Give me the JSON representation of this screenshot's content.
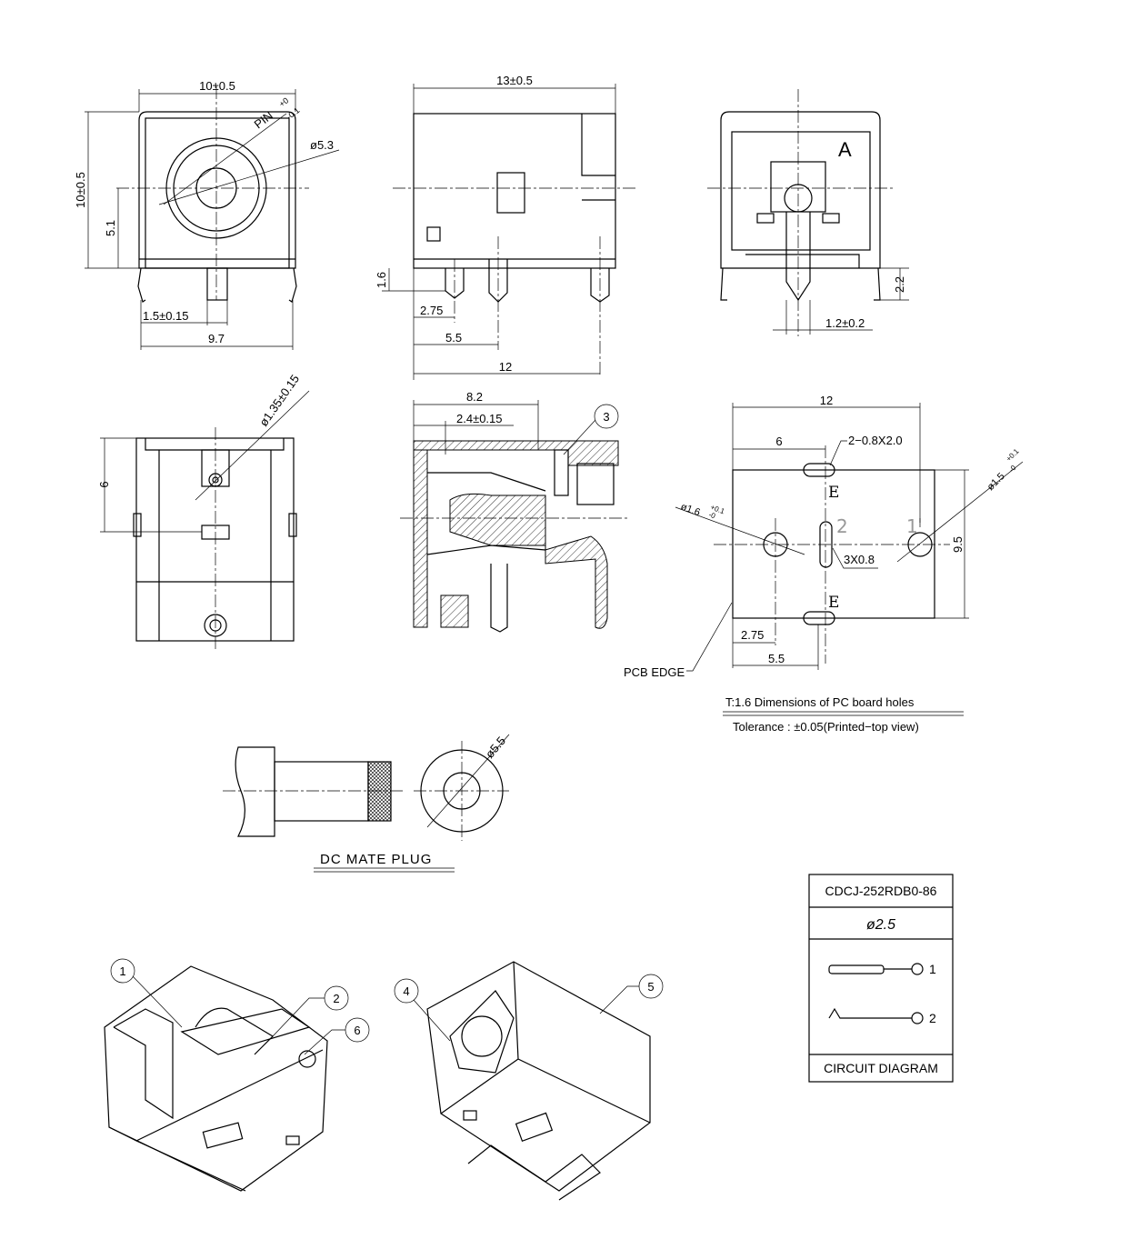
{
  "front_view": {
    "width_dim": "10±0.5",
    "height_dim": "10±0.5",
    "center_height": "5.1",
    "pin_label": "PIN",
    "pin_tol_plus": "+0",
    "pin_tol_minus": "-0.1",
    "outer_dia": "ø5.3",
    "pin_width": "1.5±0.15",
    "pin_span": "9.7"
  },
  "side_view": {
    "length_dim": "13±0.5",
    "standoff": "1.6",
    "d1": "2.75",
    "d2": "5.5",
    "d3": "12"
  },
  "rear_view": {
    "mark": "A",
    "pin_len": "2.2",
    "pin_width": "1.2±0.2"
  },
  "bottom_view": {
    "depth": "6",
    "hole_dia": "ø1.35±0.15"
  },
  "section_view": {
    "d1": "8.2",
    "d2": "2.4±0.15",
    "callout": "3"
  },
  "pcb_layout": {
    "width": "12",
    "half": "6",
    "slot_note": "2−0.8X2.0",
    "hole2_dia": "ø1.6",
    "hole2_tol_plus": "+0.1",
    "hole2_tol_minus": "-0",
    "hole1_dia": "ø1.5",
    "hole1_tol_plus": "+0.1",
    "hole1_tol_minus": "-0",
    "height": "9.5",
    "slot_size": "3X0.8",
    "pin2": "2",
    "pin1": "1",
    "earth_top": "E",
    "earth_bottom": "E",
    "d275": "2.75",
    "d55": "5.5",
    "edge_label": "PCB EDGE",
    "note_line1": "T:1.6 Dimensions of PC board holes",
    "note_line2": "Tolerance : ±0.05(Printed−top view)"
  },
  "mate_plug": {
    "dia": "ø5.5",
    "title": "DC MATE PLUG"
  },
  "part_table": {
    "part_number": "CDCJ-252RDB0-86",
    "pin_dia": "ø2.5",
    "pin1": "1",
    "pin2": "2",
    "footer": "CIRCUIT DIAGRAM"
  },
  "iso_callouts": [
    "1",
    "2",
    "6",
    "4",
    "5"
  ]
}
